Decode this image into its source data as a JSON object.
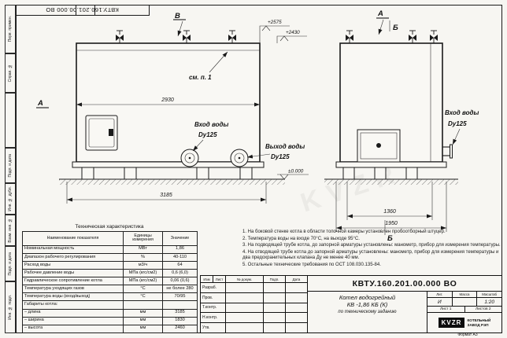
{
  "sheet": {
    "stamp_top": "КВТУ.160.201.00.000 ВО",
    "format_note": "Формат  А3",
    "watermark": "KVZR",
    "side_labels": [
      "Перв. примен.",
      "Справ. №",
      "Подп. и дата",
      "Инв. № дубл.",
      "Взам. инв. №",
      "Подп. и дата",
      "Инв. № подл."
    ]
  },
  "drawing": {
    "markers": {
      "v_top": "В",
      "a_left": "А",
      "a_right": "А",
      "b_right": "Б",
      "b_bottom": "Б"
    },
    "note_ref": "см. п. 1",
    "levels": {
      "l1": "+2575",
      "l2": "+2430",
      "ground": "±0.000"
    },
    "dims": {
      "front_width": "2930",
      "front_base": "3185",
      "side_width": "1360",
      "side_base": "1950"
    },
    "labels": {
      "inlet_title": "Вход воды",
      "inlet_size": "Dy125",
      "outlet_title": "Выход воды",
      "outlet_size": "Dy125",
      "side_inlet_title": "Вход воды",
      "side_inlet_size": "Dy125"
    }
  },
  "tech_table": {
    "title": "Техническая характеристика",
    "headers": [
      "Наименование показателя",
      "Единицы измерения",
      "Значение"
    ],
    "rows": [
      [
        "Номинальная мощность",
        "МВт",
        "1,86"
      ],
      [
        "Диапазон рабочего регулирования",
        "%",
        "40-110"
      ],
      [
        "Расход воды",
        "м3/ч",
        "64"
      ],
      [
        "Рабочее давление воды",
        "МПа (кгс/см2)",
        "0,6 (6,0)"
      ],
      [
        "Гидравлическое сопротивление котла",
        "МПа (кгс/см2)",
        "0,06 (0,6)"
      ],
      [
        "Температура уходящих газов",
        "°С",
        "не более 280"
      ],
      [
        "Температура воды (вход/выход)",
        "°С",
        "70/95"
      ],
      [
        "Габариты котла:",
        "",
        ""
      ],
      [
        "– длина",
        "мм",
        "3185"
      ],
      [
        "– ширина",
        "мм",
        "1830"
      ],
      [
        "– высота",
        "мм",
        "2460"
      ]
    ]
  },
  "notes": {
    "items": [
      "1. На боковой стенке котла в области топочной камеры установлен пробоотборный штуцер.",
      "2. Температура воды на входе 70°С, на выходе 95°С.",
      "3. На подводящей трубе котла, до запорной арматуры установлены: манометр, прибор для измерения температуры.",
      "4. На отводящей трубе котла до запорной арматуры установлены: манометр, прибор для измерения температуры и два предохранительных клапана Ду не менее 40 мм.",
      "5. Остальные технические требования по ОСТ 108.030.135-84."
    ]
  },
  "title_block": {
    "doc_number": "КВТУ.160.201.00.000  ВО",
    "header_cells": [
      "Изм",
      "Лист",
      "№ докум.",
      "Подп.",
      "Дата"
    ],
    "row_labels": [
      "Разраб.",
      "Пров.",
      "Т.контр.",
      "Н.контр.",
      "Утв."
    ],
    "product_line1": "Котел водогрейный",
    "product_line2": "КВ -1,86 КБ (К)",
    "product_line3": "по техническому заданию",
    "lit_label": "Лит.",
    "lit_value": "И",
    "mass_label": "Масса",
    "scale_label": "Масштаб",
    "scale_value": "1:20",
    "sheet_no": "Лист 1",
    "sheets_total": "Листов 2",
    "logo_text": "KVZR",
    "company_line1": "КОТЕЛЬНЫЙ",
    "company_line2": "ЗАВОД РЭП"
  }
}
